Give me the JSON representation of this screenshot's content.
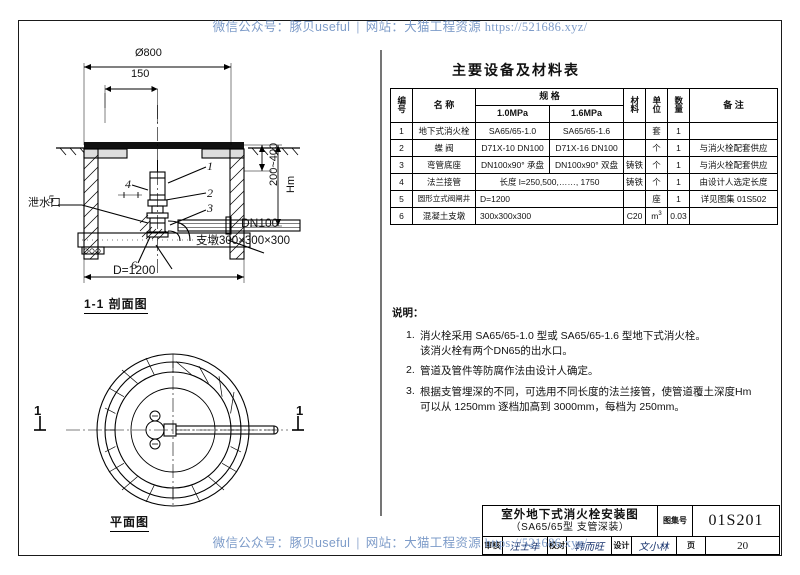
{
  "watermark": {
    "wechat_label": "微信公众号：",
    "wechat_name": "豚贝useful",
    "separator": "|",
    "site_label": "网站：",
    "site_name": "大猫工程资源",
    "url": "https://521686.xyz/"
  },
  "table": {
    "title": "主要设备及材料表",
    "headers": {
      "no": "编号",
      "name": "名  称",
      "spec": "规      格",
      "spec_sub_1": "1.0MPa",
      "spec_sub_2": "1.6MPa",
      "material": "材料",
      "unit": "单位",
      "qty": "数量",
      "remark": "备  注"
    },
    "rows": [
      {
        "no": "1",
        "name": "地下式消火栓",
        "spec1": "SA65/65-1.0",
        "spec2": "SA65/65-1.6",
        "mat": "",
        "unit": "套",
        "qty": "1",
        "remark": ""
      },
      {
        "no": "2",
        "name": "蝶  阀",
        "spec1": "D71X-10 DN100",
        "spec2": "D71X-16 DN100",
        "mat": "",
        "unit": "个",
        "qty": "1",
        "remark": "与消火栓配套供应"
      },
      {
        "no": "3",
        "name": "弯管底座",
        "spec1": "DN100x90° 承盘",
        "spec2": "DN100x90° 双盘",
        "mat": "铸铁",
        "unit": "个",
        "qty": "1",
        "remark": "与消火栓配套供应"
      },
      {
        "no": "4",
        "name": "法兰接管",
        "spec1": "长度 l=250,500,……, 1750",
        "spec2": "",
        "mat": "铸铁",
        "unit": "个",
        "qty": "1",
        "remark": "由设计人选定长度"
      },
      {
        "no": "5",
        "name": "圆形立式阀闸井",
        "spec1": "D=1200",
        "spec2": "",
        "mat": "",
        "unit": "座",
        "qty": "1",
        "remark": "详见图集 01S502"
      },
      {
        "no": "6",
        "name": "混凝土支墩",
        "spec1": "300x300x300",
        "spec2": "",
        "mat": "C20",
        "unit": "m3",
        "qty": "0.03",
        "remark": ""
      }
    ]
  },
  "notes": {
    "title": "说明：",
    "items": [
      {
        "num": "1.",
        "lines": [
          "消火栓采用 SA65/65-1.0 型或 SA65/65-1.6 型地下式消火栓。",
          "该消火栓有两个DN65的出水口。"
        ]
      },
      {
        "num": "2.",
        "lines": [
          "管道及管件等防腐作法由设计人确定。"
        ]
      },
      {
        "num": "3.",
        "lines": [
          "根据支管埋深的不同，可选用不同长度的法兰接管，使管道覆土深度Hm",
          "可以从 1250mm 逐档加高到 3000mm，每档为 250mm。"
        ]
      }
    ]
  },
  "drawing": {
    "section_view_label": "1-1 剖面图",
    "plan_view_label": "平面图",
    "dims": {
      "diameter_top": "Ø800",
      "offset_150": "150",
      "depth_range": "200~400",
      "hm": "Hm",
      "pipe": "DN100",
      "support": "支墩300×300×300",
      "well_diameter": "D=1200",
      "drain_outlet": "泄水口",
      "section_mark": "1"
    },
    "callouts": [
      "1",
      "2",
      "3",
      "4",
      "5",
      "6"
    ]
  },
  "titleblock": {
    "drawing_name_line1": "室外地下式消火栓安装图",
    "drawing_name_line2": "（SA65/65型 支管深装）",
    "atlas_label": "图集号",
    "atlas_no": "01S201",
    "review_label": "审核",
    "review_sign": "汪士年",
    "check_label": "校对",
    "check_sign": "韩而旺",
    "design_label": "设计",
    "design_sign": "文小林",
    "page_label": "页",
    "page_no": "20"
  }
}
